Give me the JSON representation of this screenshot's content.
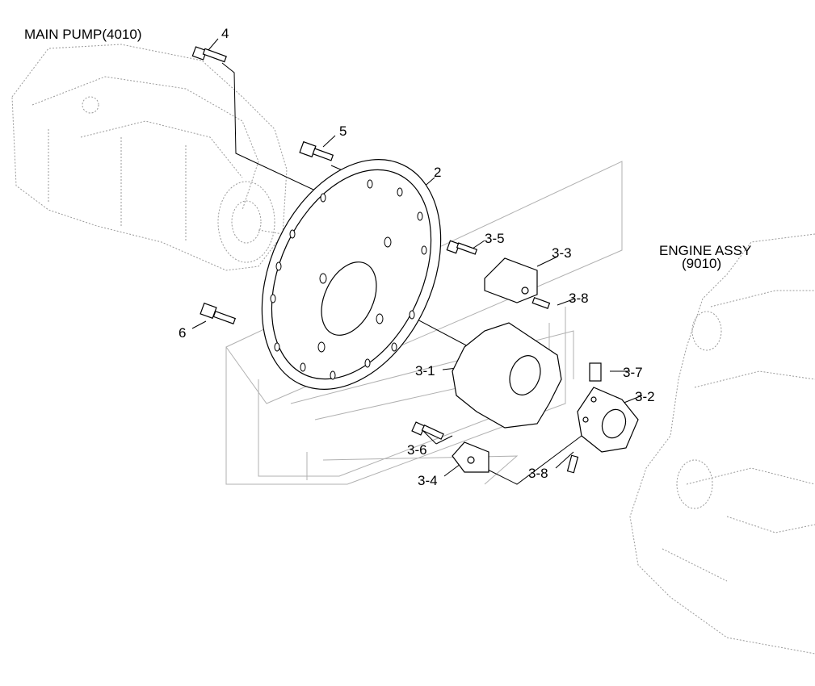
{
  "assemblies": {
    "main_pump": "MAIN PUMP(4010)",
    "engine_line1": "ENGINE ASSY",
    "engine_line2": "(9010)"
  },
  "callouts": {
    "c4": "4",
    "c5": "5",
    "c2": "2",
    "c6": "6",
    "c3_5": "3-5",
    "c3_3": "3-3",
    "c3_8a": "3-8",
    "c3_1": "3-1",
    "c3_7": "3-7",
    "c3_2": "3-2",
    "c3_6": "3-6",
    "c3_4": "3-4",
    "c3_8b": "3-8"
  }
}
